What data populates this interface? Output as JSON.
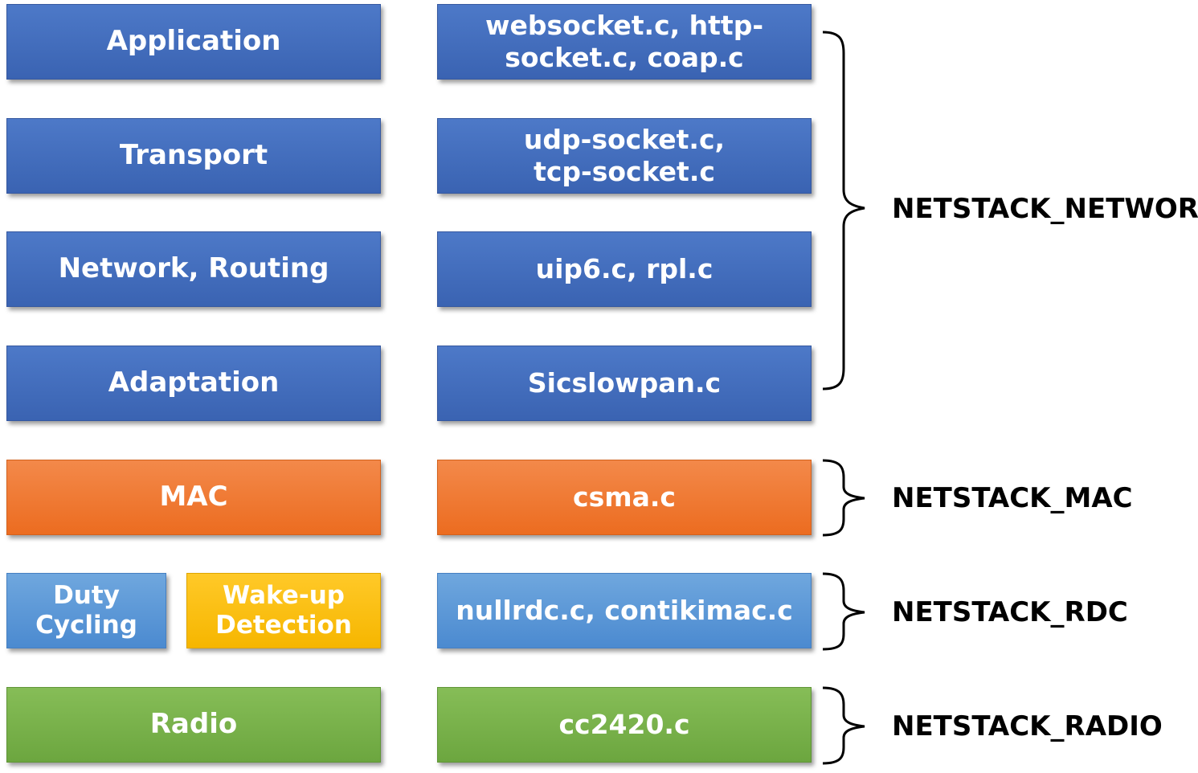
{
  "layers": {
    "application": "Application",
    "transport": "Transport",
    "network": "Network, Routing",
    "adaptation": "Adaptation",
    "mac": "MAC",
    "duty_cycling": "Duty Cycling",
    "wakeup": "Wake-up Detection",
    "radio": "Radio"
  },
  "files": {
    "application": "websocket.c, http-socket.c, coap.c",
    "transport": "udp-socket.c, tcp-socket.c",
    "network": "uip6.c, rpl.c",
    "adaptation": "Sicslowpan.c",
    "mac": "csma.c",
    "rdc": "nullrdc.c, contikimac.c",
    "radio": "cc2420.c"
  },
  "netstack": {
    "network": "NETSTACK_NETWORK",
    "mac": "NETSTACK_MAC",
    "rdc": "NETSTACK_RDC",
    "radio": "NETSTACK_RADIO"
  },
  "colors": {
    "upper_layers": "#4472c4",
    "mac": "#ed7d31",
    "duty_cycling": "#5b9bd5",
    "wakeup": "#ffc000",
    "radio": "#70ad47"
  }
}
